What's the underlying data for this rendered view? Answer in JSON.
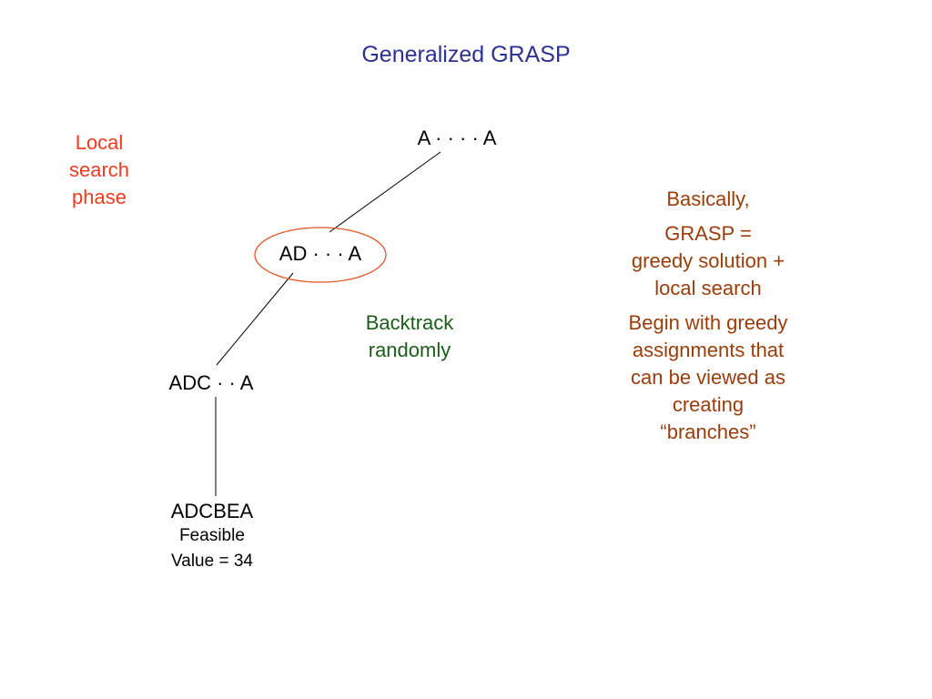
{
  "slide": {
    "title": "Generalized GRASP"
  },
  "colors": {
    "title": "#2e3192",
    "local_search": "#ee3b22",
    "backtrack": "#1a5e1a",
    "explanation": "#9a3d0a",
    "highlight_ellipse": "#e2572d"
  },
  "tree": {
    "root": "A · · · · A",
    "highlighted": "AD · · · A",
    "child": "ADC · · A",
    "leaf": {
      "label": "ADCBEA",
      "status": "Feasible",
      "value": "Value = 34"
    }
  },
  "annotations": {
    "local_search": [
      "Local",
      "search",
      "phase"
    ],
    "backtrack": [
      "Backtrack",
      "randomly"
    ]
  },
  "explanation": {
    "intro": "Basically,",
    "definition": [
      "GRASP =",
      "greedy solution +",
      "local search"
    ],
    "detail": [
      "Begin with greedy",
      "assignments that",
      "can be viewed as",
      "creating",
      "“branches”"
    ]
  }
}
